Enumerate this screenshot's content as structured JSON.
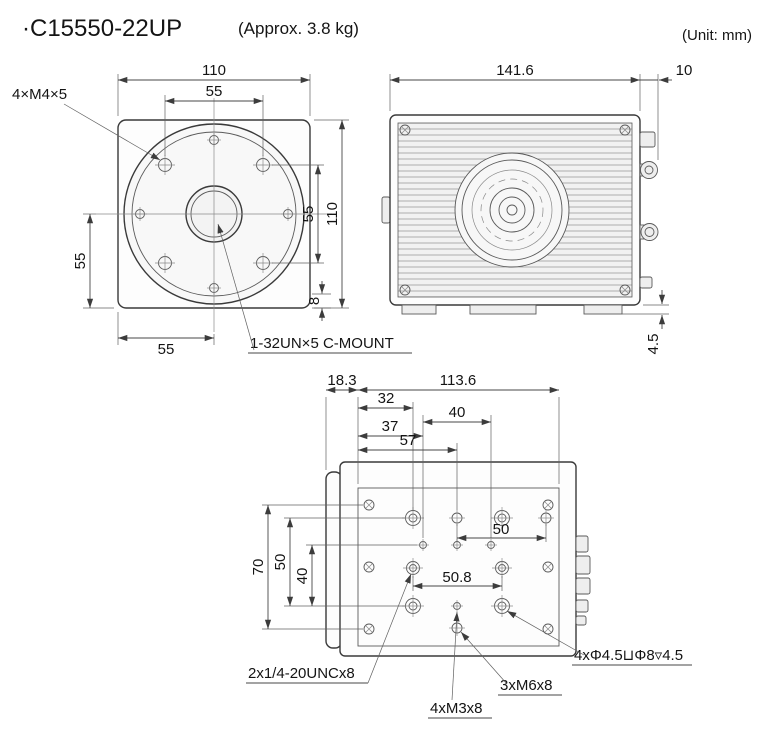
{
  "header": {
    "model": "·C15550-22UP",
    "weight": "(Approx. 3.8 kg)",
    "unit": "(Unit: mm)"
  },
  "front": {
    "d110_top": "110",
    "d55_top": "55",
    "d55_right": "55",
    "d110_right": "110",
    "d55_left": "55",
    "d55_bottom": "55",
    "d8": "8",
    "m4_label": "4×M4×5",
    "cmount_label": "1-32UN×5 C-MOUNT"
  },
  "side": {
    "d141": "141.6",
    "d10": "10",
    "d45": "4.5"
  },
  "bottom": {
    "d183": "18.3",
    "d1136": "113.6",
    "d32": "32",
    "d40h": "40",
    "d37": "37",
    "d57": "57",
    "d70": "70",
    "d50v": "50",
    "d40v": "40",
    "d50h": "50",
    "d508": "50.8",
    "unc_label": "2x1/4-20UNCx8",
    "m3_label": "4xM3x8",
    "m6_label": "3xM6x8",
    "cbore_label": "4xΦ4.5⊔Φ8▿4.5"
  }
}
